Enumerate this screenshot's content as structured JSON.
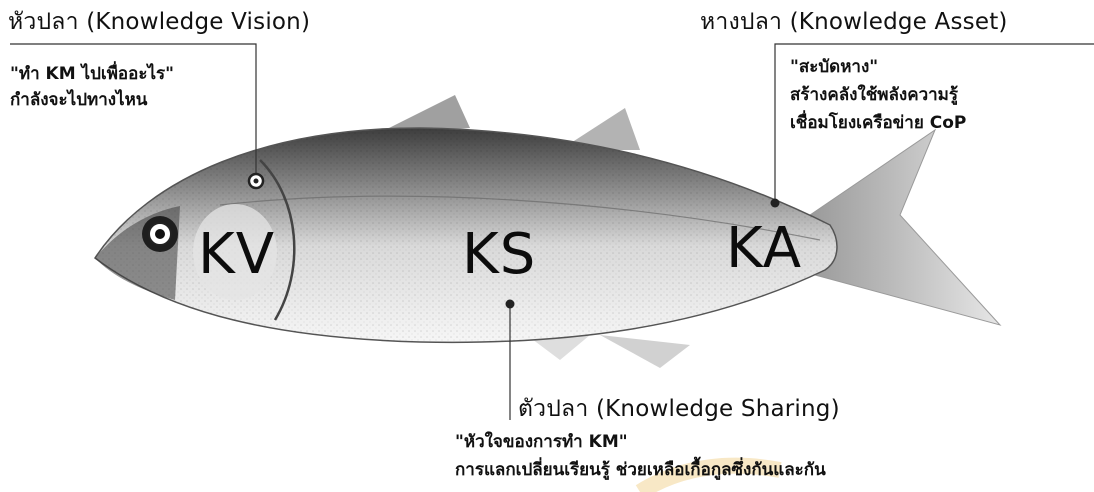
{
  "head": {
    "title": "หัวปลา (Knowledge Vision)",
    "note_line1": "\"ทำ KM ไปเพื่ออะไร\"",
    "note_line2": "กำลังจะไปทางไหน",
    "abbr": "KV"
  },
  "body": {
    "title": "ตัวปลา (Knowledge Sharing)",
    "note_line1": "\"หัวใจของการทำ KM\"",
    "note_line2": "การแลกเปลี่ยนเรียนรู้ ช่วยเหลือเกื้อกูลซึ่งกันและกัน",
    "abbr": "KS"
  },
  "tail": {
    "title": "หางปลา (Knowledge Asset)",
    "note_line1": "\"สะบัดหาง\"",
    "note_line2": "สร้างคลังใช้พลังความรู้",
    "note_line3": "เชื่อมโยงเครือข่าย CoP",
    "abbr": "KA"
  },
  "colors": {
    "fish_dark": "#4a4a4a",
    "fish_light": "#efefef",
    "leader_line": "#333333",
    "watermark": "#f3d9a0"
  }
}
